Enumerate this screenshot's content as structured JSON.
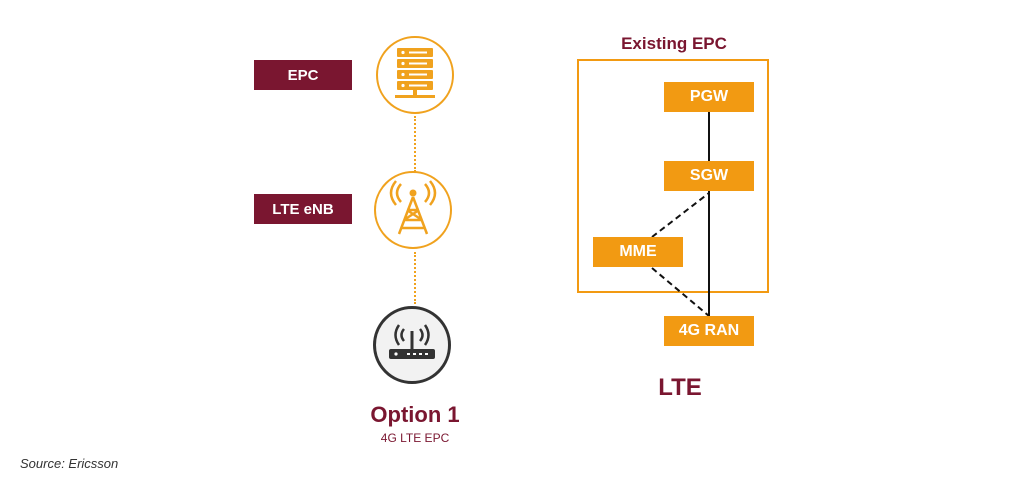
{
  "left": {
    "epc_label": "EPC",
    "enb_label": "LTE eNB",
    "title": "Option 1",
    "subtitle": "4G LTE EPC"
  },
  "right": {
    "box_title": "Existing EPC",
    "nodes": {
      "pgw": "PGW",
      "sgw": "SGW",
      "mme": "MME",
      "ran": "4G RAN"
    },
    "footer": "LTE"
  },
  "source": "Source: Ericsson",
  "colors": {
    "accent": "#f29a12",
    "brand": "#7a1630",
    "device": "#333333"
  },
  "icons": [
    "server-icon",
    "cell-tower-icon",
    "router-icon"
  ]
}
